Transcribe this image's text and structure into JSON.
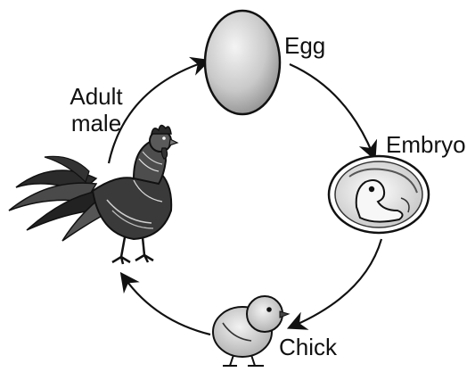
{
  "diagram": {
    "stages": {
      "egg": "Egg",
      "embryo": "Embryo",
      "chick": "Chick",
      "adult_line1": "Adult",
      "adult_line2": "male"
    }
  }
}
